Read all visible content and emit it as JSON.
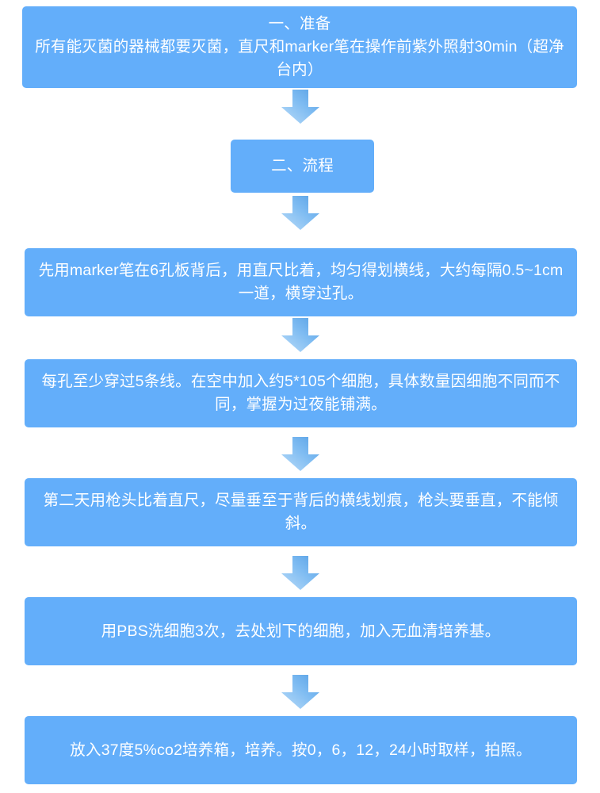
{
  "document": {
    "type": "flowchart",
    "orientation": "vertical",
    "title": "划痕实验流程图",
    "background_color": "#ffffff",
    "node_color": "#63AEFA",
    "node_text_color": "#ffffff",
    "arrow_color_light": "#AFD6F7",
    "arrow_color_dark": "#5BA3E8"
  },
  "nodes": [
    {
      "id": "prep",
      "name": "preparation-box",
      "text": "一、准备\n所有能灭菌的器械都要灭菌，直尺和marker笔在操作前紫外照射30min（超净台内）"
    },
    {
      "id": "process",
      "name": "process-heading-box",
      "text": "二、流程"
    },
    {
      "id": "step1",
      "name": "step-1-box",
      "text": "先用marker笔在6孔板背后，用直尺比着，均匀得划横线，大约每隔0.5~1cm一道，横穿过孔。"
    },
    {
      "id": "step2",
      "name": "step-2-box",
      "text": "每孔至少穿过5条线。在空中加入约5*105个细胞，具体数量因细胞不同而不同，掌握为过夜能铺满。"
    },
    {
      "id": "step3",
      "name": "step-3-box",
      "text": "第二天用枪头比着直尺，尽量垂至于背后的横线划痕，枪头要垂直，不能倾斜。"
    },
    {
      "id": "step4",
      "name": "step-4-box",
      "text": "用PBS洗细胞3次，去处划下的细胞，加入无血清培养基。"
    },
    {
      "id": "step5",
      "name": "step-5-box",
      "text": "放入37度5%co2培养箱，培养。按0，6，12，24小时取样，拍照。"
    }
  ],
  "arrows": [
    {
      "id": "arrow-1",
      "name": "down-arrow-icon",
      "from": "prep",
      "to": "process"
    },
    {
      "id": "arrow-2",
      "name": "down-arrow-icon",
      "from": "process",
      "to": "step1"
    },
    {
      "id": "arrow-3",
      "name": "down-arrow-icon",
      "from": "step1",
      "to": "step2"
    },
    {
      "id": "arrow-4",
      "name": "down-arrow-icon",
      "from": "step2",
      "to": "step3"
    },
    {
      "id": "arrow-5",
      "name": "down-arrow-icon",
      "from": "step3",
      "to": "step4"
    },
    {
      "id": "arrow-6",
      "name": "down-arrow-icon",
      "from": "step4",
      "to": "step5"
    }
  ]
}
